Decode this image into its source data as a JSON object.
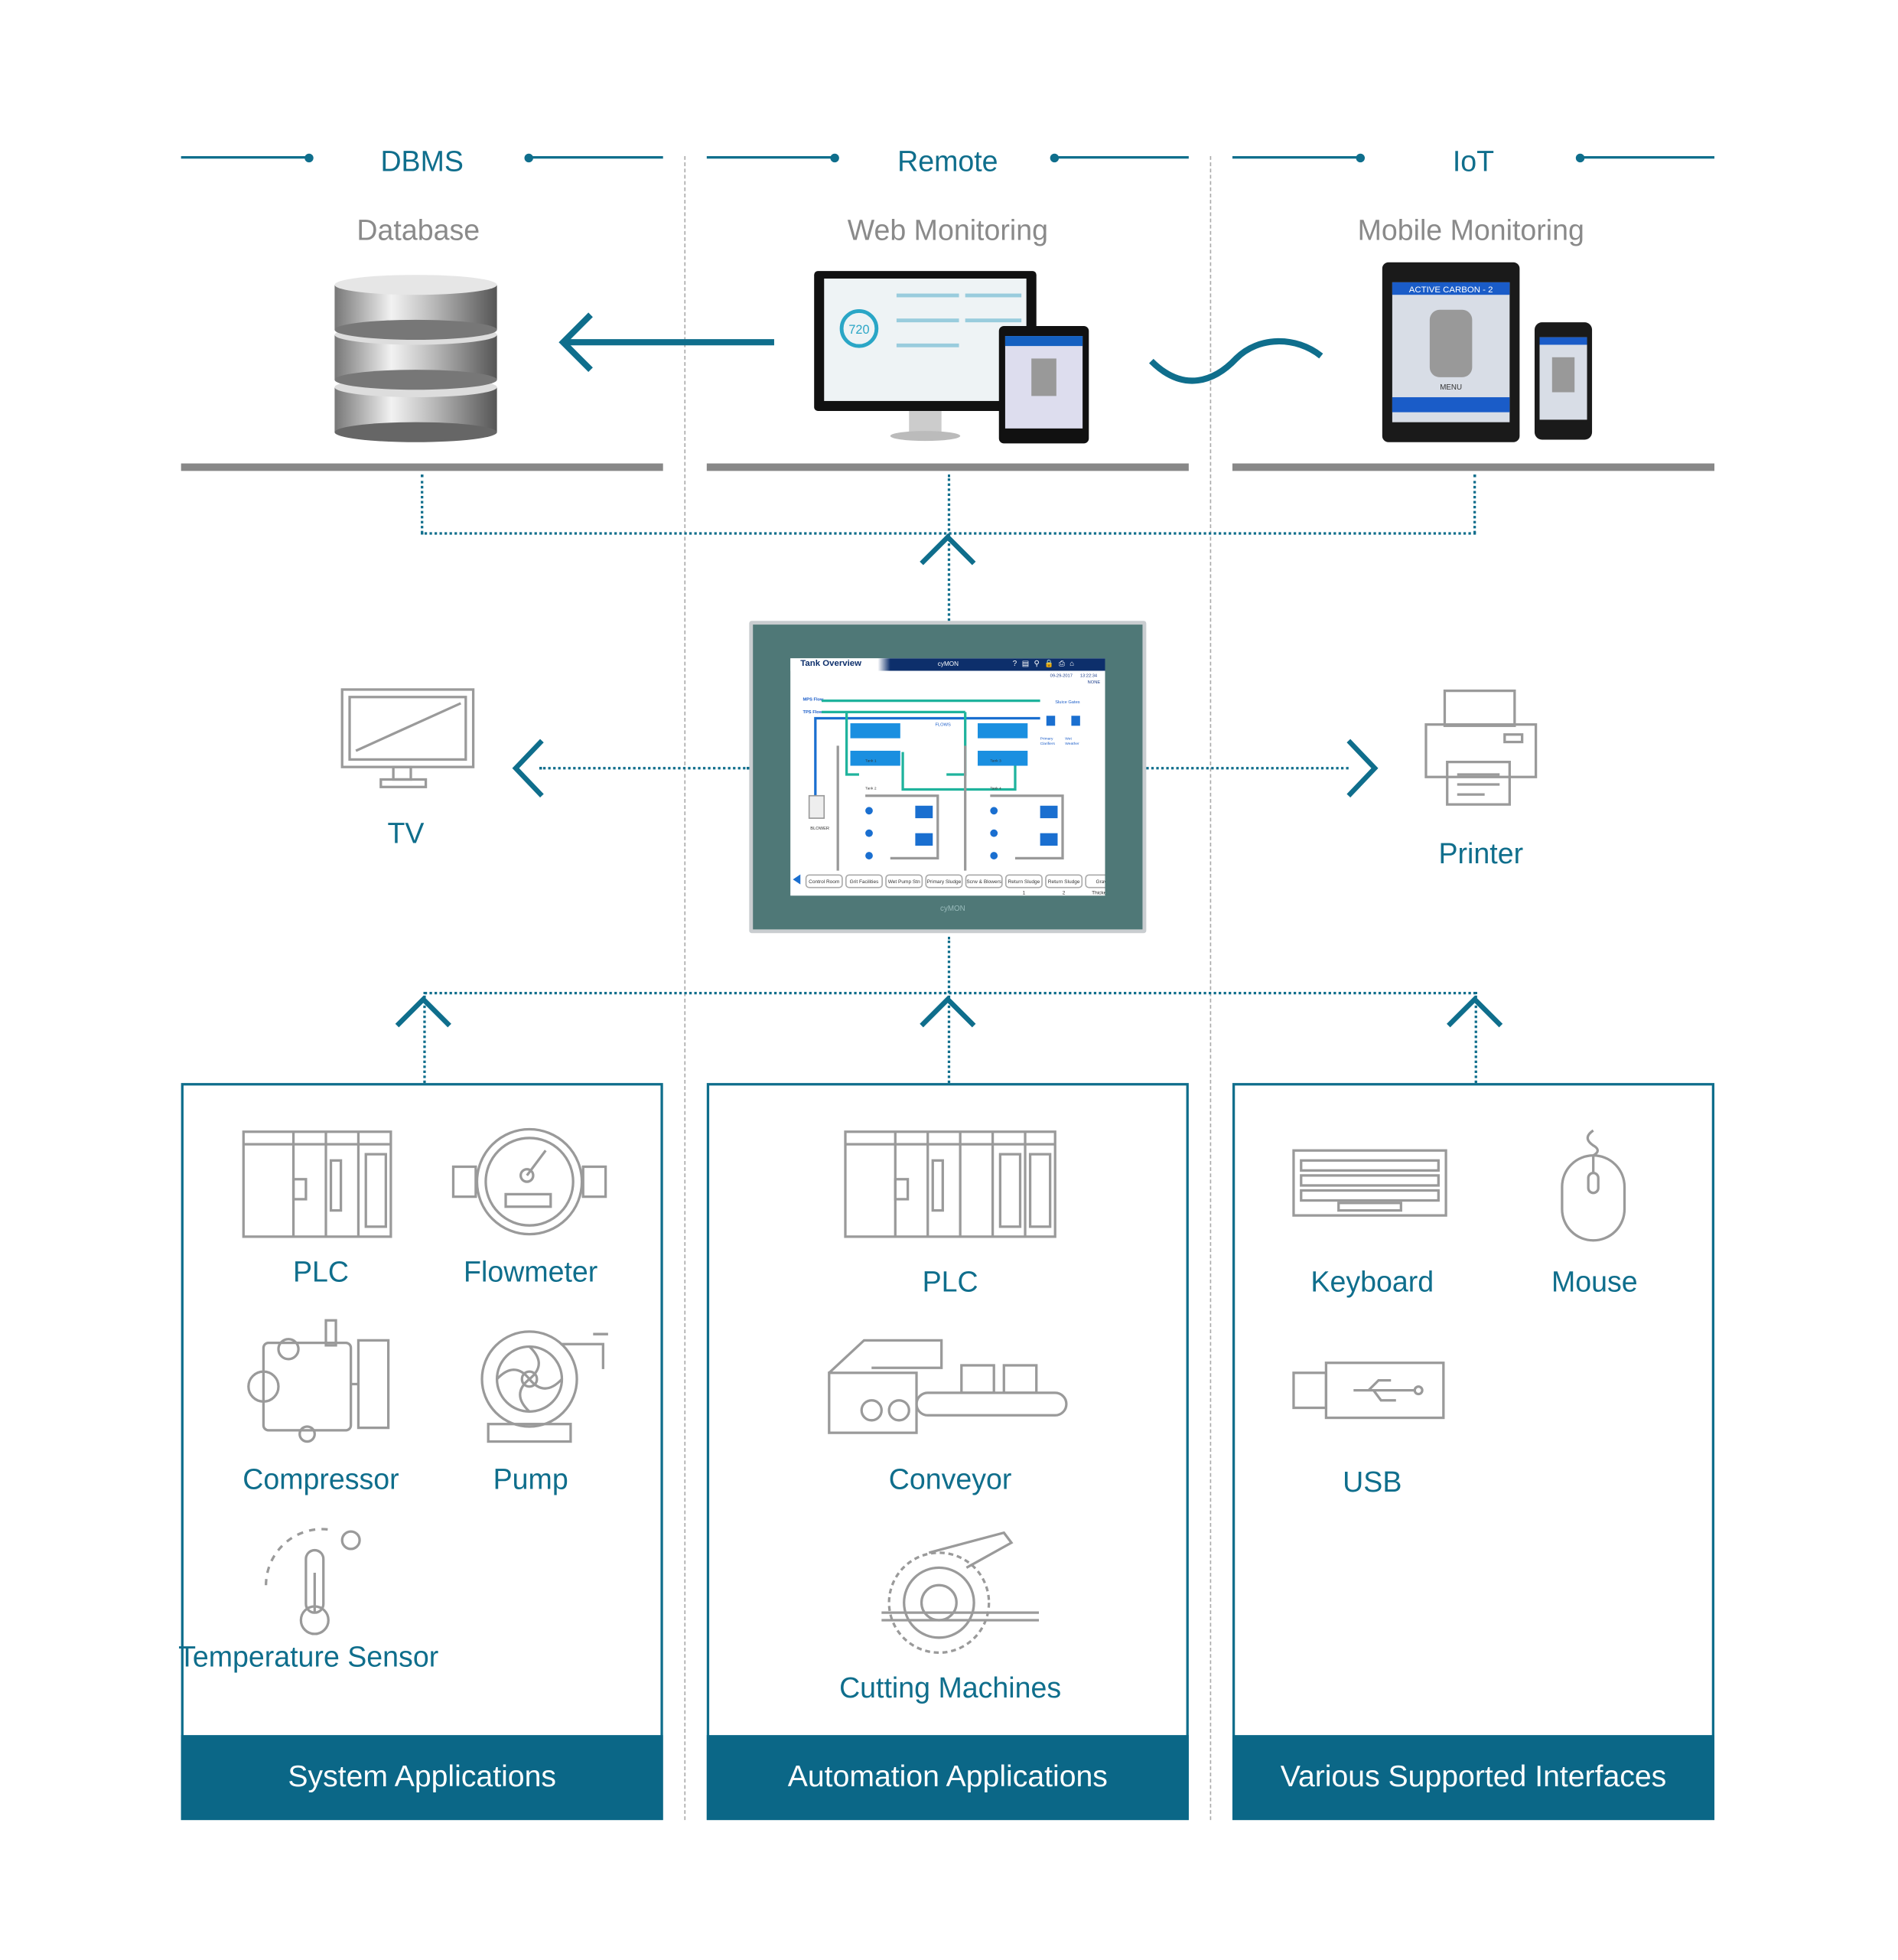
{
  "top_columns": [
    {
      "header": "DBMS",
      "subtitle": "Database",
      "icon": "database-icon"
    },
    {
      "header": "Remote",
      "subtitle": "Web Monitoring",
      "icon": "web-monitoring-devices-icon"
    },
    {
      "header": "IoT",
      "subtitle": "Mobile Monitoring",
      "icon": "mobile-devices-icon"
    }
  ],
  "mobile_screen": {
    "title": "ACTIVE CARBON - 2",
    "menu": "MENU"
  },
  "web_screen": {
    "gauge_value": "720"
  },
  "hmi": {
    "title": "Tank Overview",
    "brand": "cyMON",
    "date": "09-29-2017",
    "time": "13:22:34",
    "status": "NONE",
    "labels": {
      "mps_flow": "MPS Flow",
      "tps_flow": "TPS Flow",
      "flows": "FLOWS",
      "sluice_gates": "Sluice Gates",
      "blower": "BLOWER",
      "primary_clarifiers": "Primary Clarifiers",
      "wet_weather": "Wet Weather"
    },
    "tanks": [
      "Tank 1",
      "Tank 2",
      "Tank 3",
      "Tank 4"
    ],
    "nav": [
      "Control Room",
      "Grit Facilities",
      "Wet Pump Stn",
      "Primary Sludge",
      "Scrw & Blowers",
      "Return Sludge 1",
      "Return Sludge 2",
      "Gravity Thickening"
    ]
  },
  "peripherals": {
    "tv": "TV",
    "printer": "Printer"
  },
  "bottom_columns": [
    {
      "footer": "System Applications",
      "items": [
        {
          "label": "PLC",
          "icon": "plc-icon"
        },
        {
          "label": "Flowmeter",
          "icon": "flowmeter-icon"
        },
        {
          "label": "Compressor",
          "icon": "compressor-icon"
        },
        {
          "label": "Pump",
          "icon": "pump-icon"
        },
        {
          "label": "Temperature Sensor",
          "icon": "temperature-sensor-icon"
        }
      ]
    },
    {
      "footer": "Automation Applications",
      "items": [
        {
          "label": "PLC",
          "icon": "plc-icon"
        },
        {
          "label": "Conveyor",
          "icon": "conveyor-icon"
        },
        {
          "label": "Cutting Machines",
          "icon": "cutting-machine-icon"
        }
      ]
    },
    {
      "footer": "Various Supported Interfaces",
      "items": [
        {
          "label": "Keyboard",
          "icon": "keyboard-icon"
        },
        {
          "label": "Mouse",
          "icon": "mouse-icon"
        },
        {
          "label": "USB",
          "icon": "usb-icon"
        }
      ]
    }
  ],
  "colors": {
    "accent": "#0f6e8c",
    "footer": "#0b6787",
    "icon_gray": "#9a9a9a",
    "hmi_bezel": "#4f7877"
  }
}
